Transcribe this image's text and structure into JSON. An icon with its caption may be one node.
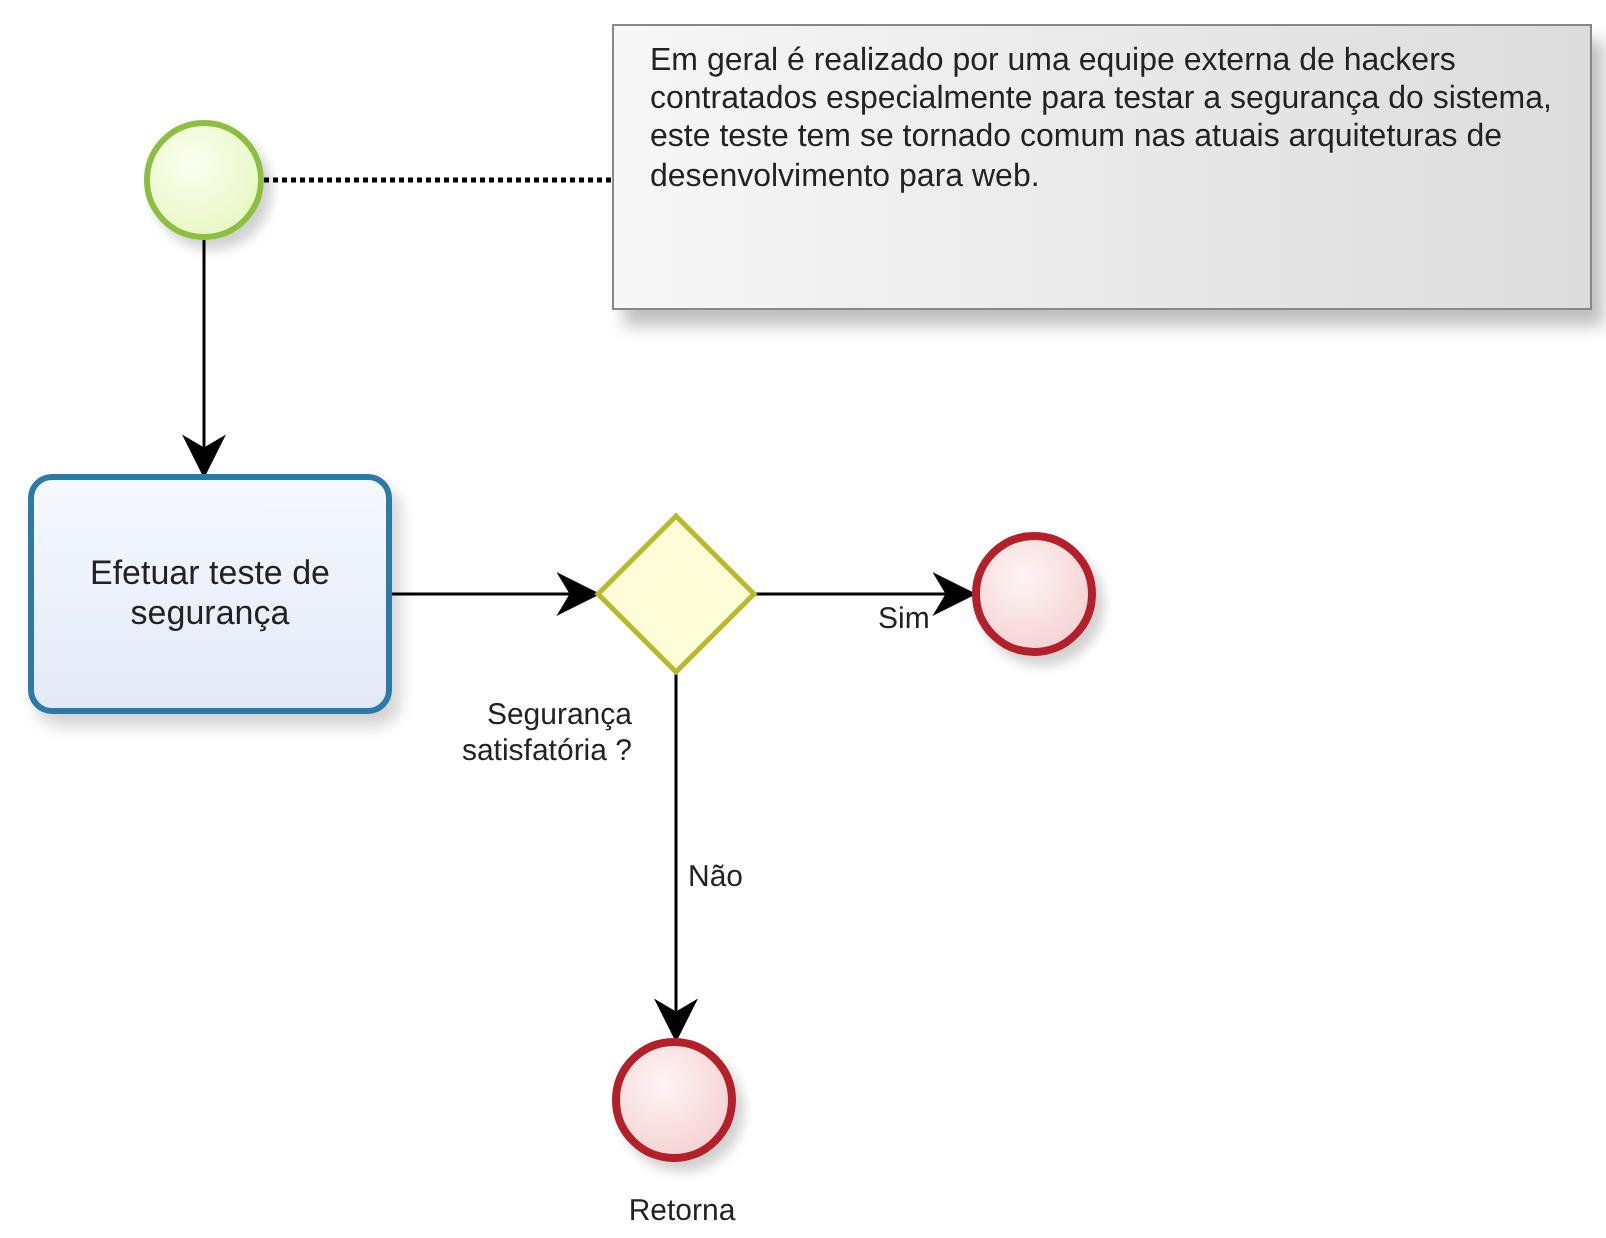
{
  "diagram": {
    "nodes": [
      {
        "text": [],
        "shape": "circle"
      },
      {
        "text": [
          "Em geral é realizado por uma equipe externa de hackers contratados especialmente para testar a segurança do sistema, este teste tem se tornado comum nas atuais arquiteturas de desenvolvimento para web."
        ]
      },
      {
        "text": [
          "Efetuar teste de segurança"
        ]
      },
      {
        "text": [],
        "shape": "diamond",
        "beside": [
          "Segurança satisfatória ?"
        ]
      },
      {
        "text": [],
        "shape": "circle"
      },
      {
        "text": [],
        "shape": "circle",
        "beside": [
          "Retorna"
        ]
      }
    ],
    "edges": [
      {
        "from": 0,
        "to": 1,
        "arrow": "none",
        "style": "dashed"
      },
      {
        "from": 0,
        "to": 2,
        "arrow": "to"
      },
      {
        "from": 2,
        "to": 3,
        "arrow": "to"
      },
      {
        "from": 3,
        "to": 4,
        "label": "Sim",
        "arrow": "to"
      },
      {
        "from": 3,
        "to": 5,
        "label": "Não",
        "arrow": "to"
      }
    ]
  }
}
